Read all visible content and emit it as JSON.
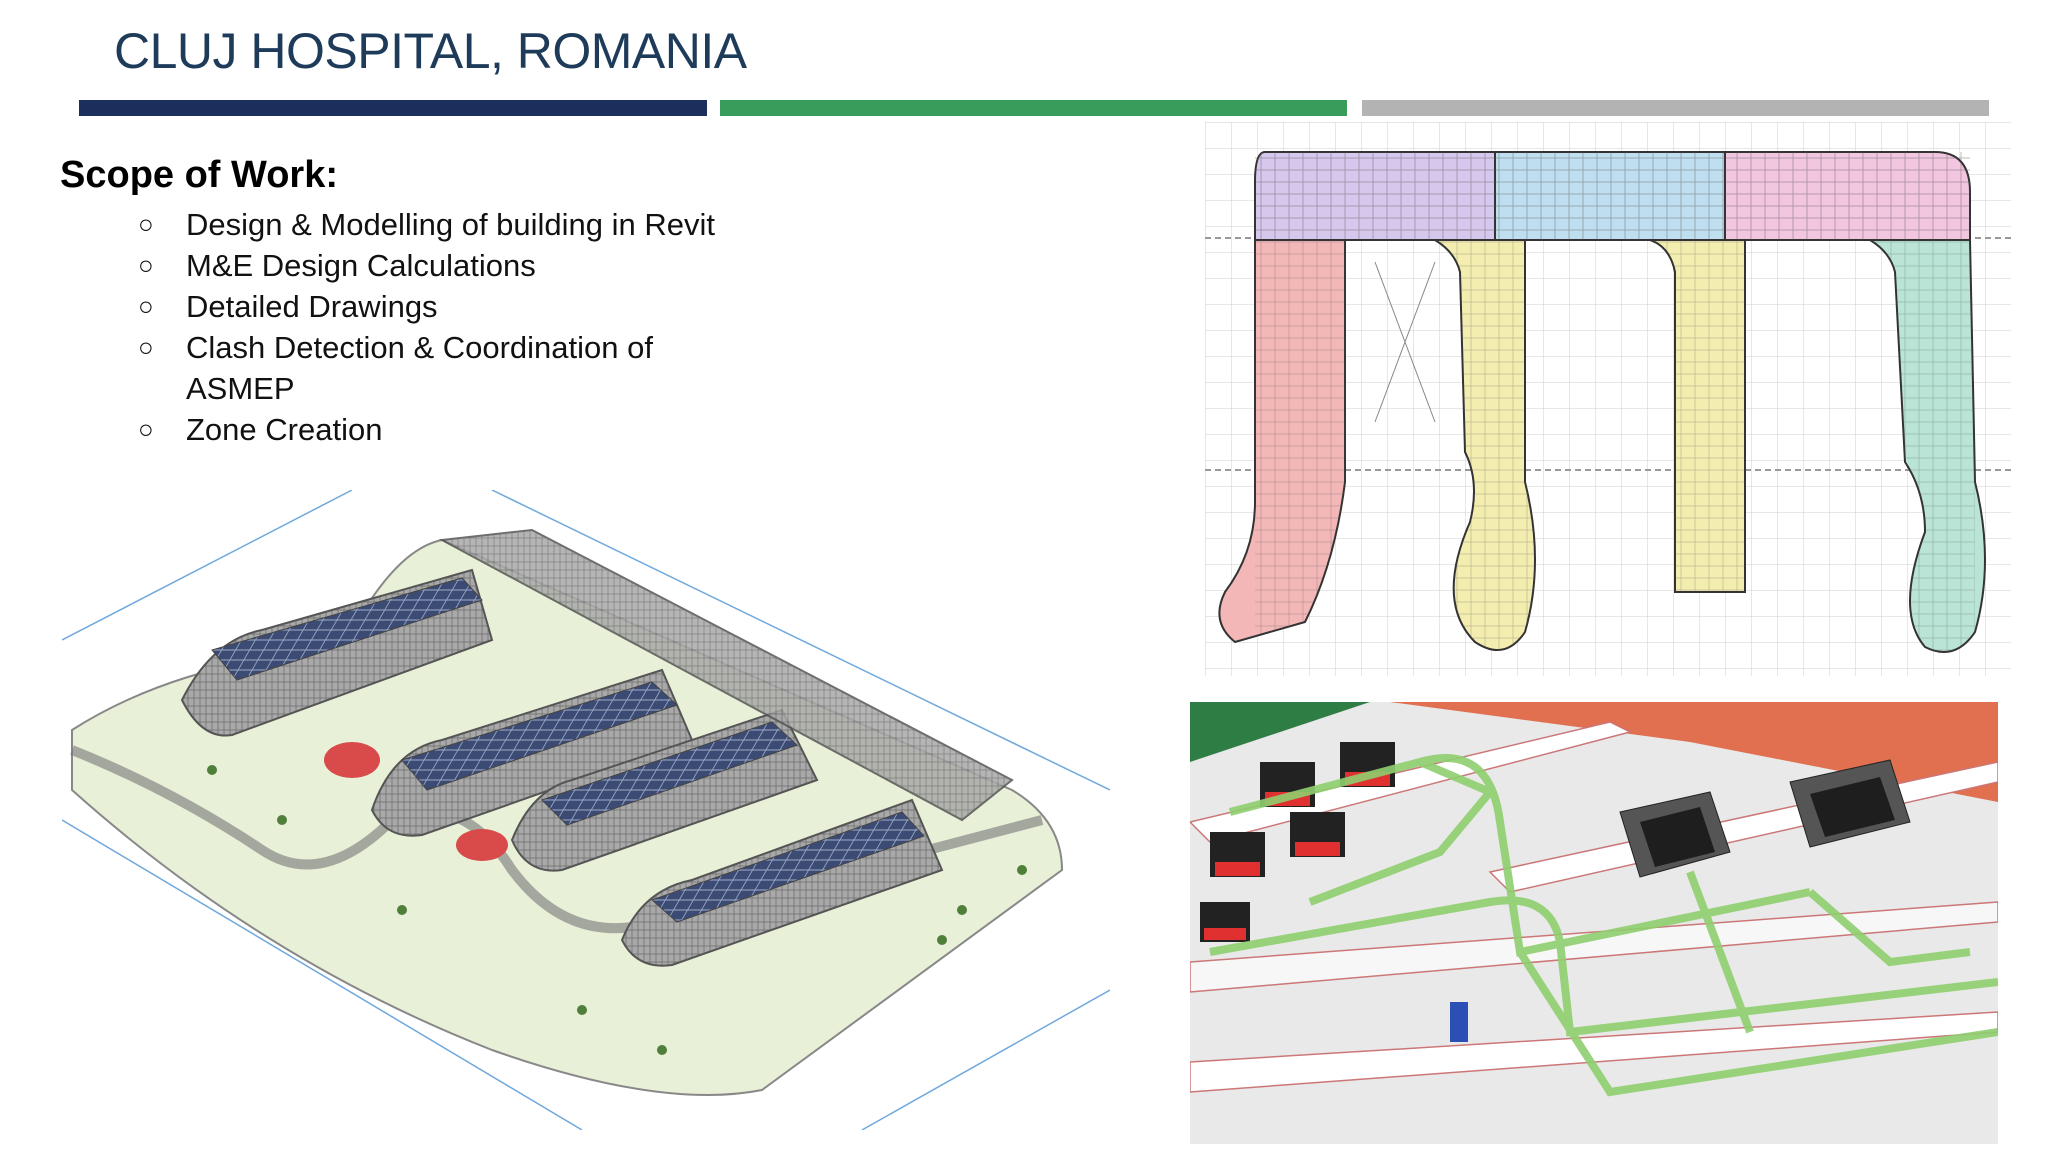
{
  "header": {
    "title": "CLUJ HOSPITAL, ROMANIA",
    "bars": [
      {
        "name": "navy",
        "color": "#1b2f5c"
      },
      {
        "name": "green",
        "color": "#3a9c5a"
      },
      {
        "name": "gray",
        "color": "#b3b3b3"
      }
    ]
  },
  "scope": {
    "heading": "Scope of Work:",
    "bullet_glyph": "○",
    "items": [
      {
        "label": "Design & Modelling of building in Revit"
      },
      {
        "label": "M&E Design Calculations"
      },
      {
        "label": "Detailed Drawings"
      },
      {
        "label": "Clash Detection & Coordination of ASMEP"
      },
      {
        "label": "Zone Creation"
      }
    ]
  },
  "images": {
    "floor_plan": {
      "zone_colors": [
        "#f3b7b7",
        "#d6c7ec",
        "#bfdff0",
        "#f3edb0",
        "#f3c6e0",
        "#b9e4d6"
      ]
    },
    "iso_model": {
      "accent": "#d94a4a",
      "landscape": "#e8f0d8"
    },
    "mep_view": {
      "tray_color": "#8fcf6f",
      "equipment_color": "#e03030",
      "roof_color": "#e0704f"
    }
  }
}
